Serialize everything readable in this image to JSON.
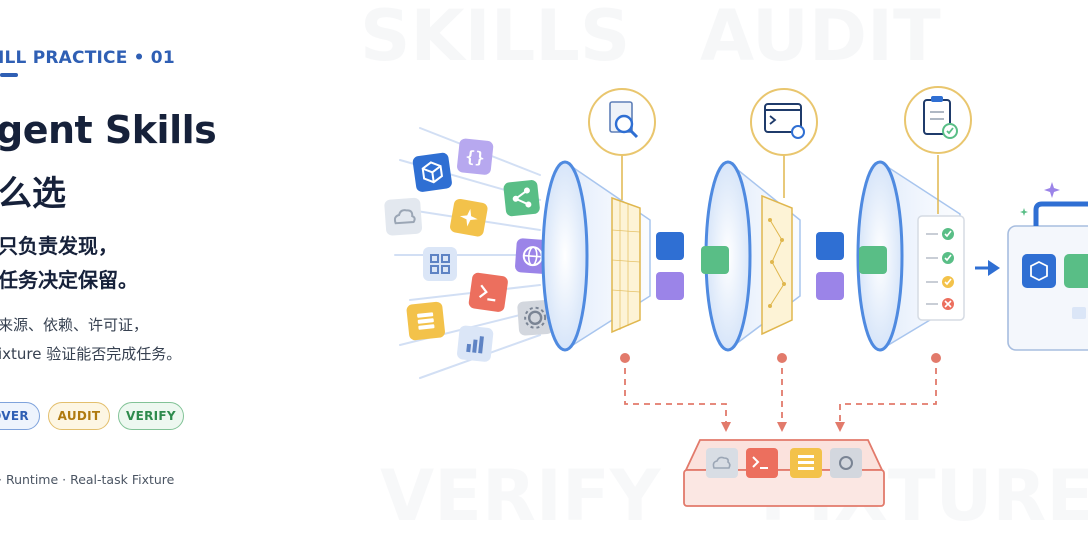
{
  "header": {
    "eyebrow": "ILL PRACTICE • 01",
    "title_line1": "gent Skills",
    "title_line2": "么选"
  },
  "subtitle": {
    "line1": "只负责发现，",
    "line2": "任务决定保留。"
  },
  "description": {
    "line1": "来源、依赖、许可证，",
    "line2": "ixture 验证能否完成任务。"
  },
  "pills": [
    {
      "label": "OVER",
      "color": "#2f5fb4"
    },
    {
      "label": "AUDIT",
      "color": "#b07a10"
    },
    {
      "label": "VERIFY",
      "color": "#2e8b4d"
    }
  ],
  "footer": "· Runtime · Real-task Fixture",
  "diagram": {
    "stage_icons": [
      "search-document-icon",
      "terminal-settings-icon",
      "clipboard-checklist-icon"
    ],
    "input_tiles": [
      "cube-icon",
      "code-braces-icon",
      "cloud-icon",
      "sparkle-icon",
      "share-icon",
      "grid-icon",
      "globe-icon",
      "terminal-icon",
      "stack-icon",
      "gear-icon",
      "chart-icon"
    ],
    "colors": {
      "blue": "#2f6fd3",
      "purple": "#9b84e8",
      "green": "#59be86",
      "yellow": "#f3c24a",
      "red": "#ec6f5e",
      "gray": "#c9ced6",
      "funnel": "#6fa3e6",
      "reject": "#e27a6b"
    }
  }
}
